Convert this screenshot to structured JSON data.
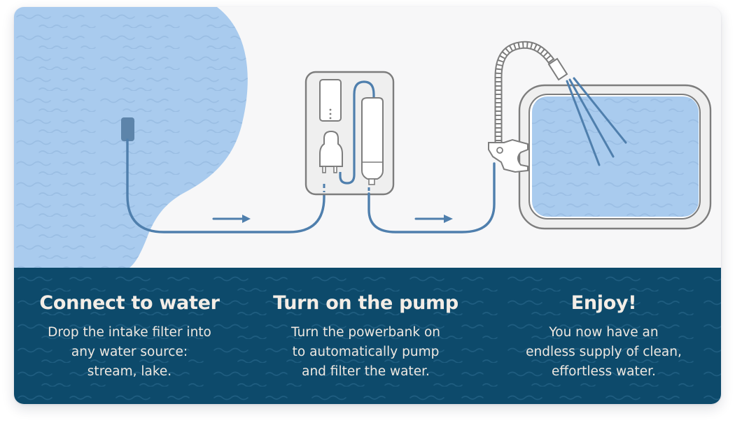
{
  "colors": {
    "card_background": "#f7f7f8",
    "water_fill": "#a9cbee",
    "water_wave": "#95b9df",
    "hose": "#4f7fad",
    "device_outline": "#7d7d7d",
    "device_fill": "#efefef",
    "band_background": "#0d4a6b",
    "band_text": "#f3ede6"
  },
  "illustration": {
    "icons": [
      "water-source-icon",
      "intake-filter-icon",
      "flow-arrow-icon",
      "pump-device-icon",
      "powerbank-icon",
      "plug-icon",
      "filter-cartridge-icon",
      "flexible-hose-icon",
      "spray-nozzle-icon",
      "clamp-icon",
      "water-tank-icon"
    ]
  },
  "steps": [
    {
      "title": "Connect to water",
      "description_lines": [
        "Drop the intake filter into",
        "any water source:",
        "stream, lake."
      ]
    },
    {
      "title": "Turn on the pump",
      "description_lines": [
        "Turn the powerbank on",
        "to automatically pump",
        "and filter the water."
      ]
    },
    {
      "title": "Enjoy!",
      "description_lines": [
        "You now have an",
        "endless supply of clean,",
        "effortless water."
      ]
    }
  ]
}
